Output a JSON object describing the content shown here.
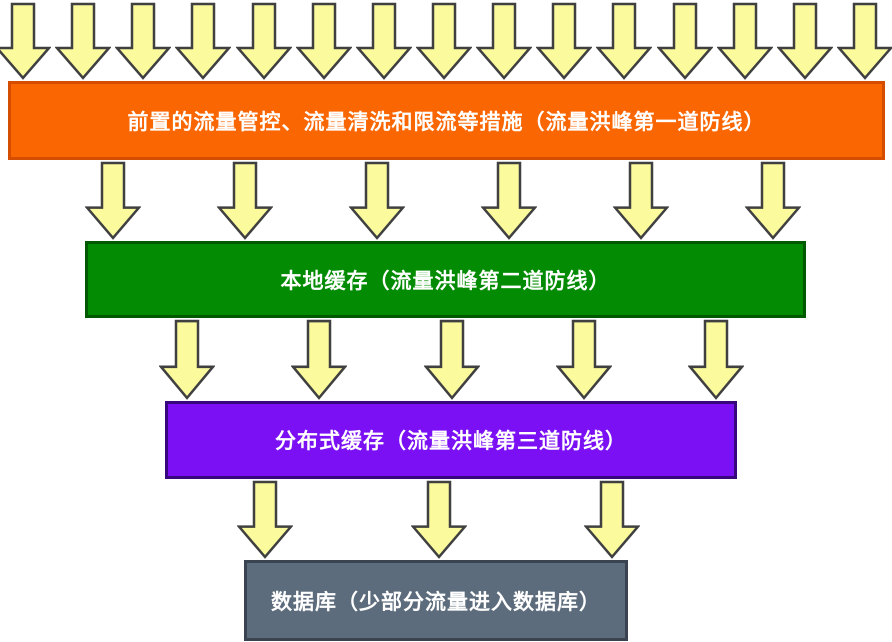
{
  "diagram": {
    "type": "traffic-funnel-defense",
    "layers": [
      {
        "id": "first-defense",
        "label": "前置的流量管控、流量清洗和限流等措施（流量洪峰第一道防线）",
        "fill": "#FA6602",
        "border": "#D54D00",
        "incoming_arrows": 15
      },
      {
        "id": "second-defense",
        "label": "本地缓存（流量洪峰第二道防线）",
        "fill": "#038C03",
        "border": "#015A01",
        "incoming_arrows": 6
      },
      {
        "id": "third-defense",
        "label": "分布式缓存（流量洪峰第三道防线）",
        "fill": "#7B10F5",
        "border": "#38077E",
        "incoming_arrows": 5
      },
      {
        "id": "database",
        "label": "数据库（少部分流量进入数据库）",
        "fill": "#5C6C7C",
        "border": "#3A4450",
        "incoming_arrows": 3
      }
    ],
    "arrow_style": {
      "name": "down-arrow-icon",
      "fill": "#FBFB9E",
      "stroke": "#404040"
    },
    "text_color": "#FFFFFF"
  }
}
